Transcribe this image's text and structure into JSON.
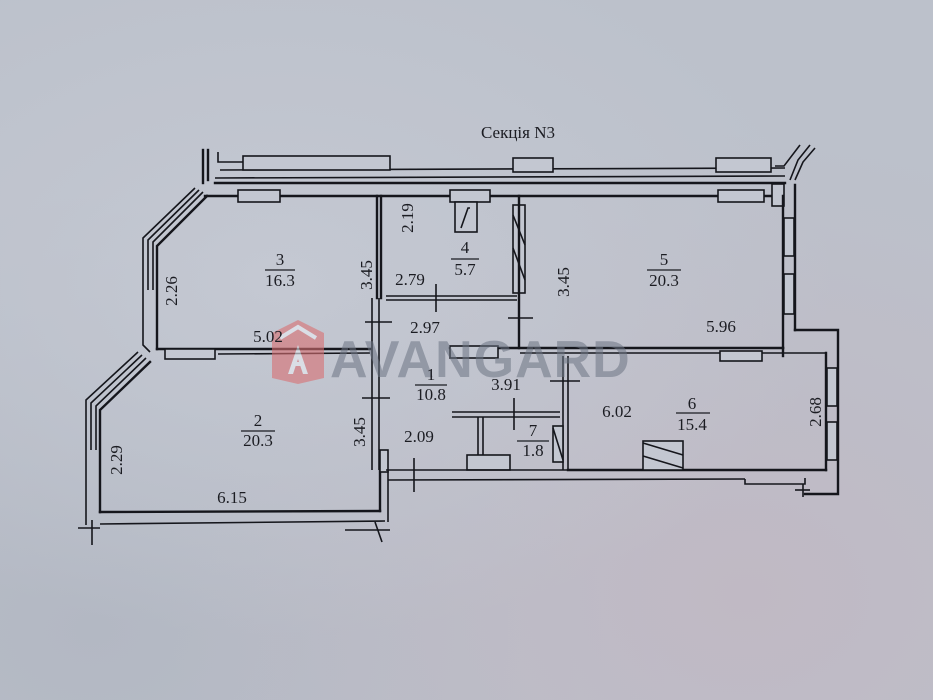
{
  "title": "Секція N3",
  "watermark": {
    "text": "AVANGARD",
    "logo_letter": "A",
    "logo_color": "#d96f72",
    "text_color": "#6d7584"
  },
  "rooms": [
    {
      "number": "1",
      "area": "10.8"
    },
    {
      "number": "2",
      "area": "20.3"
    },
    {
      "number": "3",
      "area": "16.3"
    },
    {
      "number": "4",
      "area": "5.7"
    },
    {
      "number": "5",
      "area": "20.3"
    },
    {
      "number": "6",
      "area": "15.4"
    },
    {
      "number": "7",
      "area": "1.8"
    }
  ],
  "dimensions": {
    "room3_left": "2.26",
    "room3_width": "5.02",
    "room3_right": "3.45",
    "room4_height": "2.19",
    "room4_width": "2.79",
    "room5_left": "3.45",
    "room5_width": "5.96",
    "hall_top": "2.97",
    "hall_mid": "3.91",
    "hall_low": "2.09",
    "room2_left": "2.29",
    "room2_right": "3.45",
    "room2_width": "6.15",
    "room6_width": "6.02",
    "room6_right": "2.68"
  },
  "colors": {
    "paper": "#bcc1cb",
    "ink": "#15161c"
  }
}
